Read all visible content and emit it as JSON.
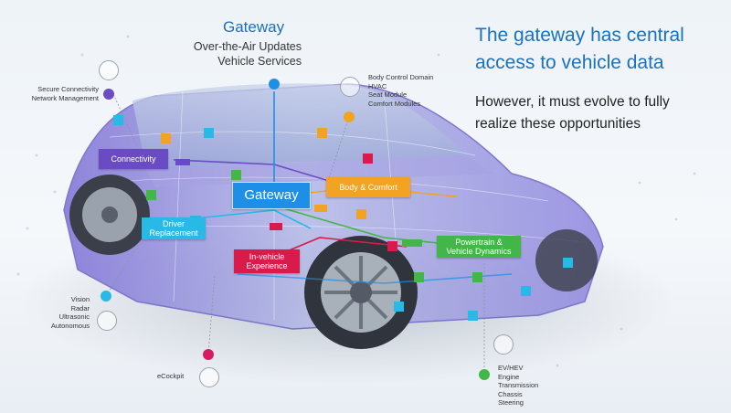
{
  "header": {
    "title": "Gateway",
    "subtitle_line1": "Over-the-Air Updates",
    "subtitle_line2": "Vehicle Services"
  },
  "right_panel": {
    "headline_line1": "The gateway has central",
    "headline_line2": "access to vehicle data",
    "body_line1": "However, it must evolve to fully",
    "body_line2": "realize these opportunities"
  },
  "annotations": {
    "connectivity": [
      "Secure Connectivity",
      "Network Management"
    ],
    "body": [
      "Body Control Domain",
      "HVAC",
      "Seat Module",
      "Comfort Modules"
    ],
    "sensors": [
      "Vision",
      "Radar",
      "Ultrasonic",
      "Autonomous"
    ],
    "ecockpit": "eCockpit",
    "powertrain": [
      "EV/HEV",
      "Engine",
      "Transmission",
      "Chassis",
      "Steering"
    ]
  },
  "tags": {
    "connectivity": "Connectivity",
    "gateway": "Gateway",
    "body_comfort": "Body & Comfort",
    "driver_line1": "Driver",
    "driver_line2": "Replacement",
    "invehicle_line1": "In-vehicle",
    "invehicle_line2": "Experience",
    "powertrain_line1": "Powertrain &",
    "powertrain_line2": "Vehicle Dynamics"
  },
  "colors": {
    "accent_blue": "#1a72bf",
    "purple": "#6a4bc4",
    "gateway_blue": "#1e8fe6",
    "orange": "#f2a321",
    "cyan": "#29b9e6",
    "red": "#d81b4b",
    "green": "#43b649",
    "magenta": "#d81b60"
  }
}
